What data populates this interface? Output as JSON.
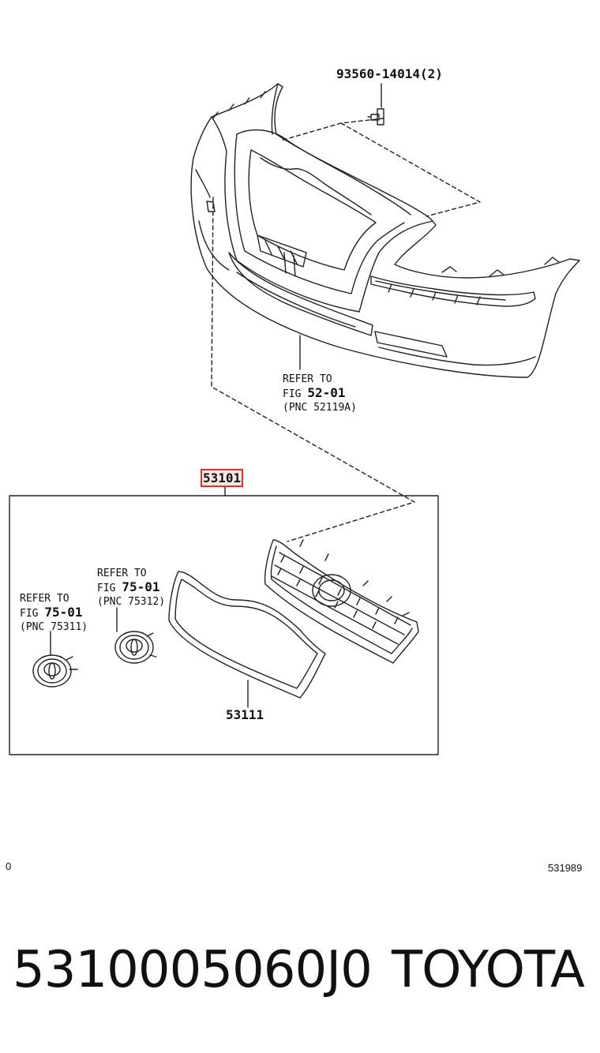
{
  "parts": {
    "bolt": {
      "number": "93560-14014",
      "qty": "(2)"
    },
    "assembly": {
      "number": "53101"
    },
    "grille_gasket": {
      "number": "53111"
    }
  },
  "references": {
    "bumper": {
      "line1": "REFER TO",
      "line2_prefix": "FIG ",
      "line2_fig": "52-01",
      "line3": "(PNC 52119A)"
    },
    "emblem_right": {
      "line1": "REFER TO",
      "line2_prefix": "FIG ",
      "line2_fig": "75-01",
      "line3": "(PNC 75312)"
    },
    "emblem_left": {
      "line1": "REFER TO",
      "line2_prefix": "FIG ",
      "line2_fig": "75-01",
      "line3": "(PNC 75311)"
    }
  },
  "footer": {
    "left_code": "0",
    "right_code": "531989"
  },
  "title": {
    "part_number": "5310005060J0",
    "brand": "TOYOTA"
  },
  "colors": {
    "line": "#222222",
    "highlight": "#e0312f"
  }
}
